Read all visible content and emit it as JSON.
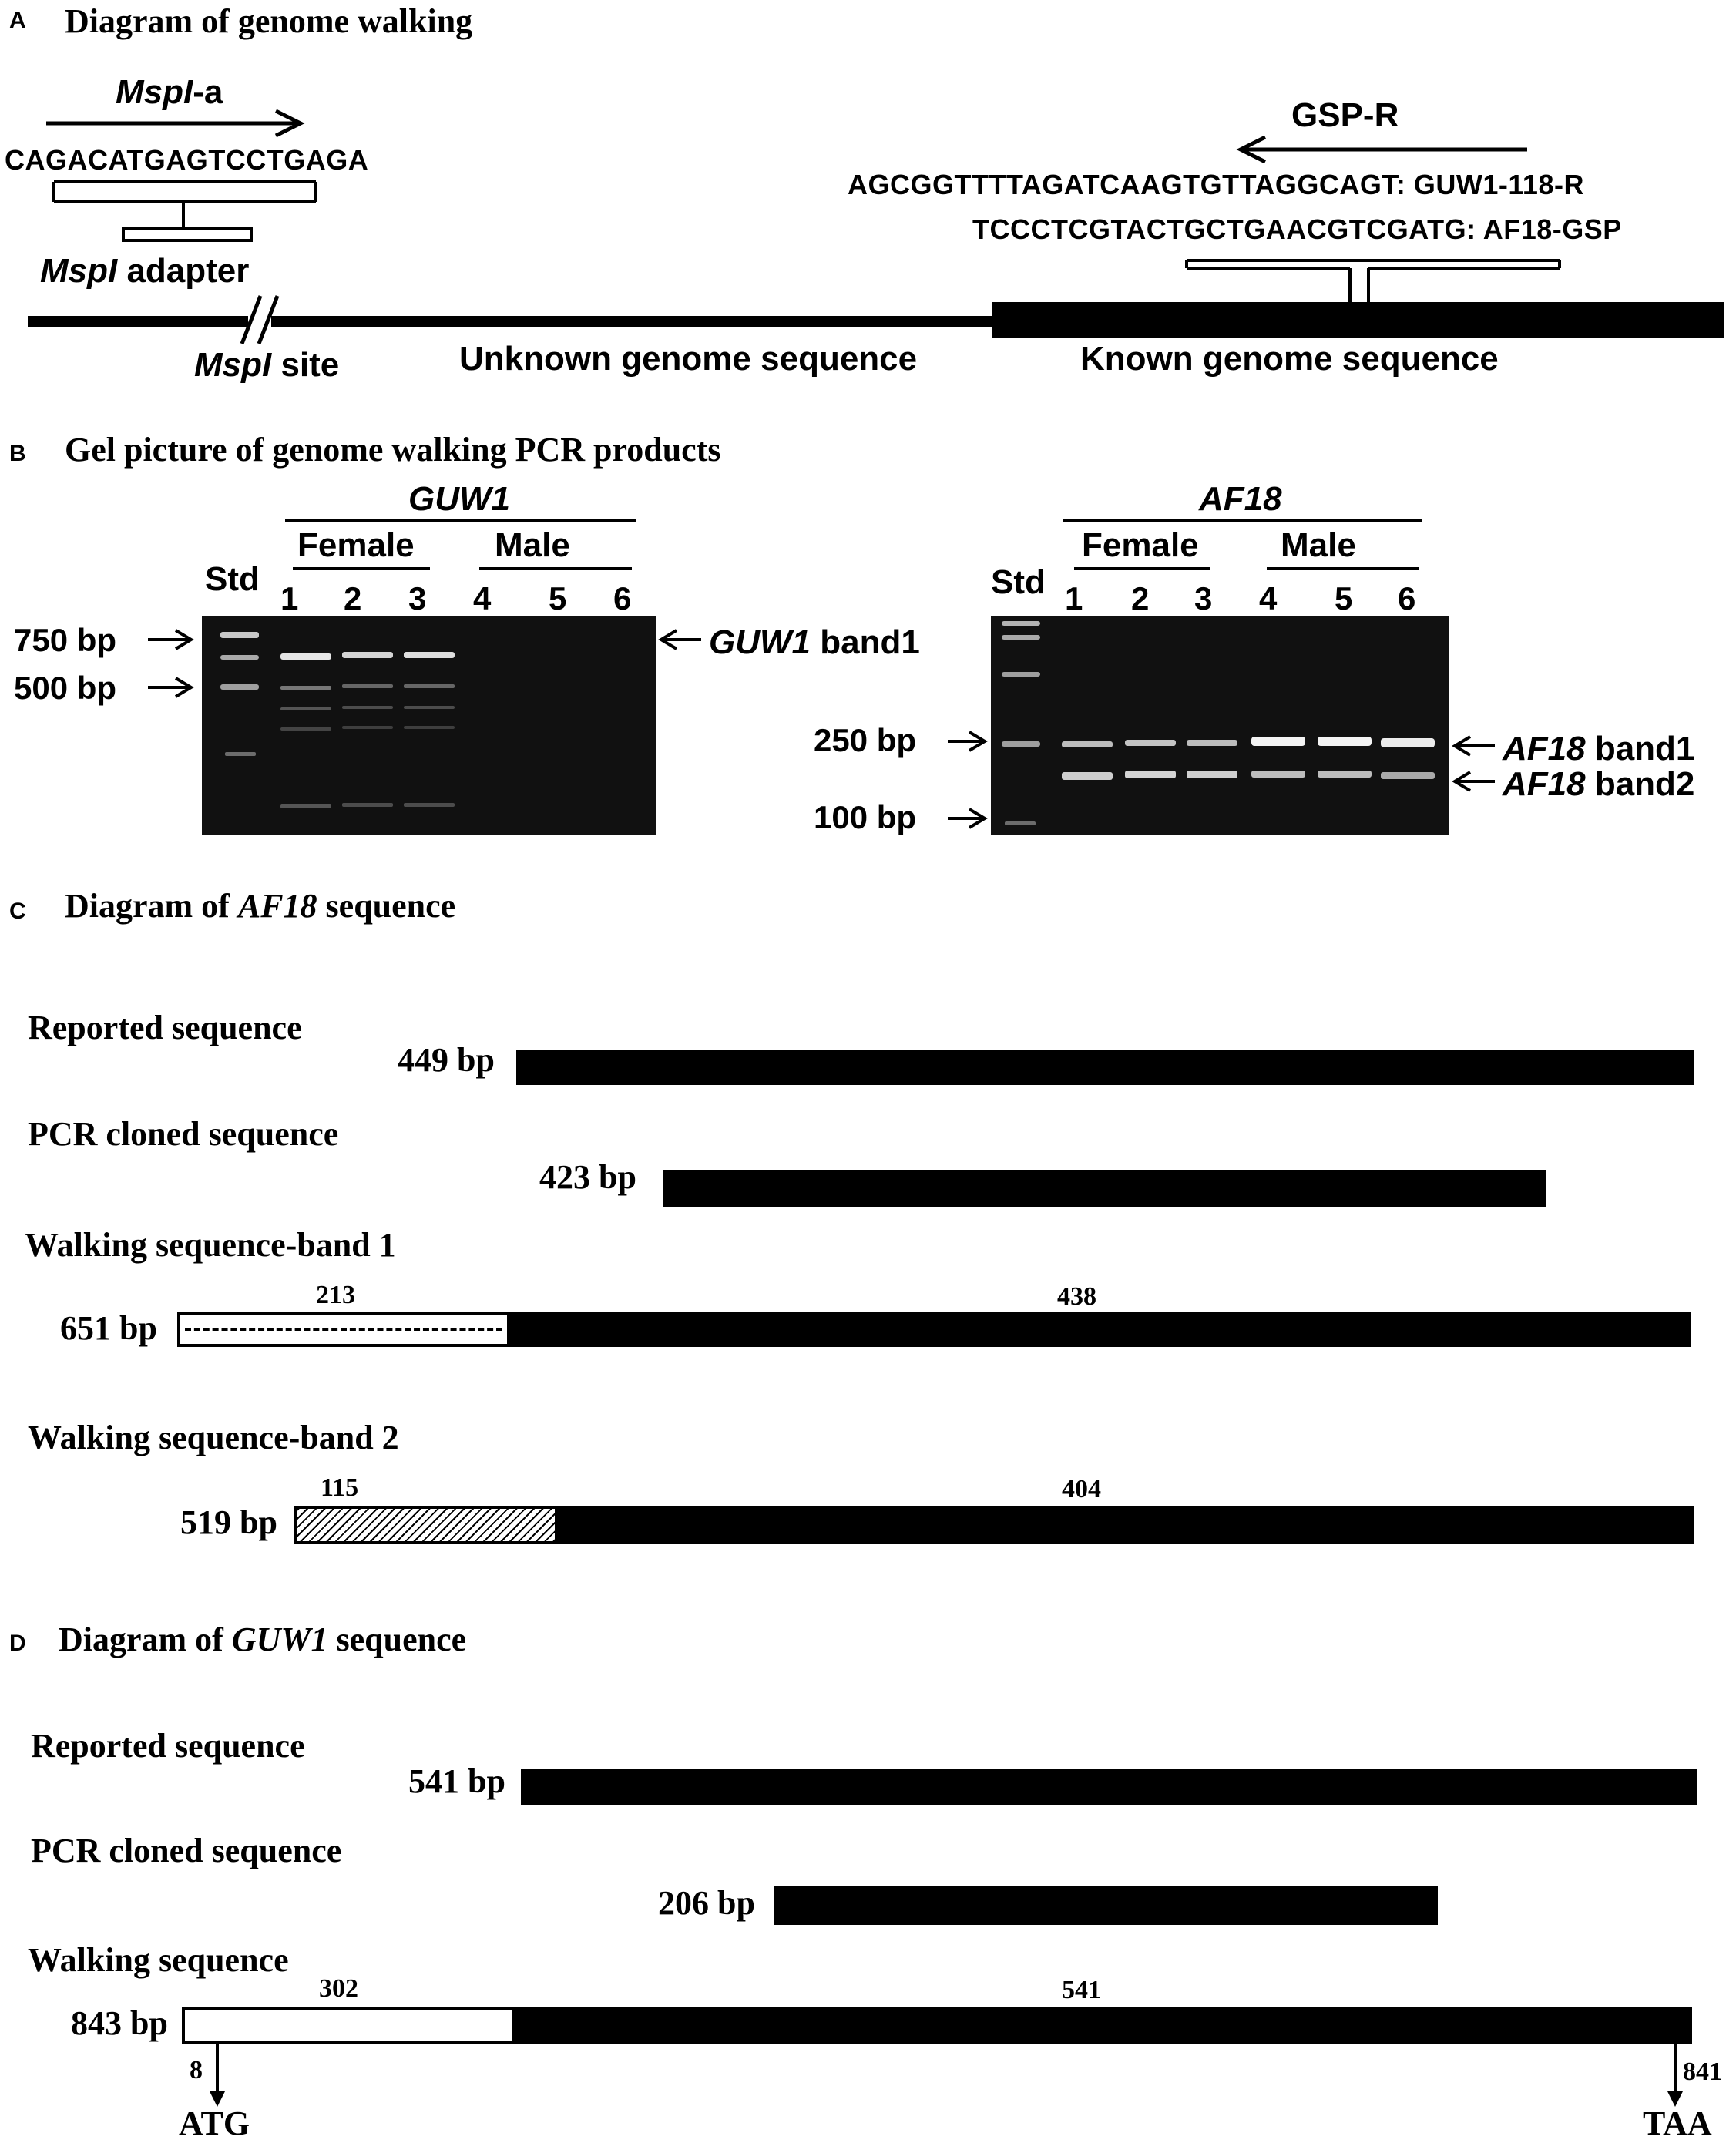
{
  "panelA": {
    "letter": "A",
    "title": "Diagram of genome walking",
    "primer_name_prefix": "MspI",
    "primer_name_suffix": "-a",
    "primer_seq": "CAGACATGAGTCCTGAGA",
    "adapter_prefix": "MspI",
    "adapter_suffix": " adapter",
    "site_prefix": "MspI",
    "site_suffix": " site",
    "unknown_label": "Unknown genome sequence",
    "known_label": "Known genome sequence",
    "gsp_label": "GSP-R",
    "gsp_seq1": "AGCGGTTTTAGATCAAGTGTTAGGCAGT: GUW1-118-R",
    "gsp_seq2": "TCCCTCGTACTGCTGAACGTCGATG: AF18-GSP"
  },
  "panelB": {
    "letter": "B",
    "title": "Gel picture of genome walking PCR products",
    "left_gel": {
      "gene": "GUW1",
      "female": "Female",
      "male": "Male",
      "std": "Std",
      "lanes": [
        "1",
        "2",
        "3",
        "4",
        "5",
        "6"
      ],
      "markers": [
        "750 bp",
        "500 bp"
      ],
      "band_gene": "GUW1",
      "band_label": " band1"
    },
    "right_gel": {
      "gene": "AF18",
      "female": "Female",
      "male": "Male",
      "std": "Std",
      "lanes": [
        "1",
        "2",
        "3",
        "4",
        "5",
        "6"
      ],
      "markers": [
        "250 bp",
        "100 bp"
      ],
      "band1_gene": "AF18",
      "band1_label": " band1",
      "band2_gene": "AF18",
      "band2_label": " band2"
    }
  },
  "panelC": {
    "letter": "C",
    "title_prefix": "Diagram of ",
    "title_gene": "AF18",
    "title_suffix": " sequence",
    "rows": [
      {
        "label": "Reported sequence",
        "length": "449  bp"
      },
      {
        "label": "PCR cloned sequence",
        "length": "423 bp"
      },
      {
        "label": "Walking sequence-band 1",
        "length": "651  bp",
        "seg1": "213",
        "seg2": "438"
      },
      {
        "label": "Walking sequence-band 2",
        "length": "519  bp",
        "seg1": "115",
        "seg2": "404"
      }
    ]
  },
  "panelD": {
    "letter": "D",
    "title_prefix": "Diagram of ",
    "title_gene": "GUW1",
    "title_suffix": " sequence",
    "rows": [
      {
        "label": "Reported sequence",
        "length": "541 bp"
      },
      {
        "label": "PCR cloned sequence",
        "length": "206 bp"
      },
      {
        "label": "Walking sequence",
        "length": "843 bp",
        "seg1": "302",
        "seg2": "541"
      }
    ],
    "start_pos": "8",
    "start_codon": "ATG",
    "end_pos": "841",
    "stop_codon": "TAA"
  }
}
